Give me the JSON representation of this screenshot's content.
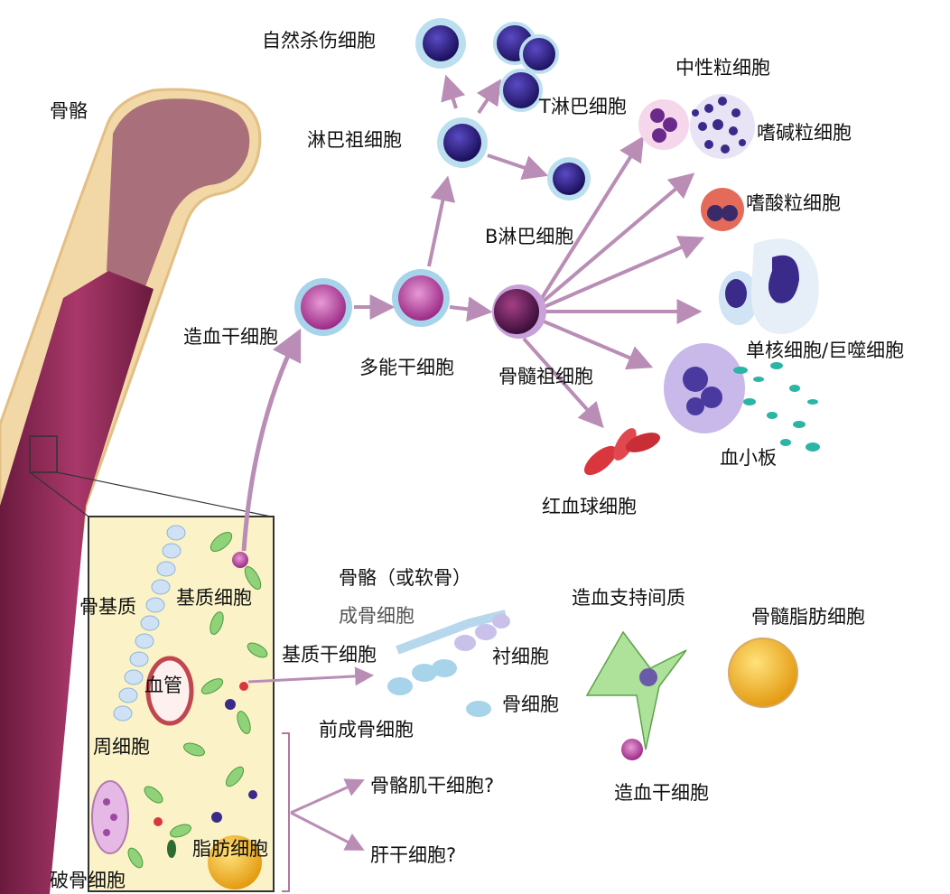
{
  "labels": {
    "bone": "骨骼",
    "nk_cell": "自然杀伤细胞",
    "t_lymph": "T淋巴细胞",
    "lymphoid_progenitor": "淋巴祖细胞",
    "b_lymph": "B淋巴细胞",
    "neutrophil": "中性粒细胞",
    "basophil": "嗜碱粒细胞",
    "eosinophil": "嗜酸粒细胞",
    "hsc": "造血干细胞",
    "multipotent": "多能干细胞",
    "myeloid_progenitor": "骨髓祖细胞",
    "monocyte": "单核细胞/巨噬细胞",
    "platelet": "血小板",
    "rbc": "红血球细胞",
    "bone_matrix": "骨基质",
    "stromal_cell": "基质细胞",
    "blood_vessel": "血管",
    "pericyte": "周细胞",
    "osteoclast": "破骨细胞",
    "adipocyte": "脂肪细胞",
    "bone_cartilage": "骨骼（或软骨）",
    "osteoblast": "成骨细胞",
    "mesenchymal_stem": "基质干细胞",
    "lining_cell": "衬细胞",
    "osteocyte": "骨细胞",
    "pre_osteoblast": "前成骨细胞",
    "hematopoietic_stroma": "造血支持间质",
    "marrow_adipocyte": "骨髓脂肪细胞",
    "hsc_bottom": "造血干细胞",
    "muscle_stem": "骨骼肌干细胞?",
    "liver_stem": "肝干细胞?"
  },
  "colors": {
    "arrow": "#b98db5",
    "bone_marrow": "#8a2a52",
    "bone_shell": "#f1d8a6",
    "nucleus": "#2a1a7a",
    "cell_membrane": "#b7d8ec",
    "stem_cell": "#c04aa0",
    "rbc": "#d9363e",
    "platelet": "#2bb5a5",
    "stroma_green": "#8fd27a",
    "fat": "#f2b01e"
  }
}
